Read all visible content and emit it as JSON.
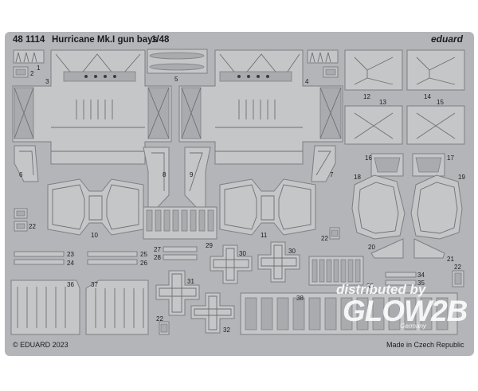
{
  "header": {
    "code": "48 1114",
    "title": "Hurricane Mk.I gun bays",
    "scale": "1/48",
    "brand": "eduard"
  },
  "footer": {
    "copyright": "© EDUARD 2023",
    "origin": "Made in Czech Republic"
  },
  "watermark": {
    "line1": "distributed by",
    "line2": "GLOW2B",
    "line3": "Germany"
  },
  "part_numbers": [
    "1",
    "2",
    "3",
    "4",
    "5",
    "6",
    "7",
    "8",
    "9",
    "10",
    "11",
    "12",
    "13",
    "14",
    "15",
    "16",
    "17",
    "18",
    "19",
    "20",
    "21",
    "22",
    "23",
    "24",
    "25",
    "26",
    "27",
    "28",
    "29",
    "30",
    "31",
    "32",
    "33",
    "34",
    "35",
    "36",
    "37",
    "38"
  ],
  "colors": {
    "fret": "#b3b5b8",
    "part_fill": "#c4c6c8",
    "part_edge": "#7d7f82",
    "watermark": "#ffffff"
  }
}
